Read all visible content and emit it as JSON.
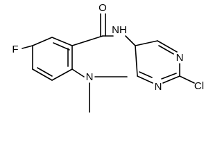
{
  "molecule": {
    "atoms": {
      "oxygen": "O",
      "amide_nh": "NH",
      "fluorine": "F",
      "pyrimidine_n_upper": "N",
      "pyrimidine_n_lower": "N",
      "ring_n": "N",
      "chlorine": "Cl"
    }
  },
  "colors": {
    "bond": "#000000",
    "label": "#000000",
    "background": "#ffffff"
  }
}
